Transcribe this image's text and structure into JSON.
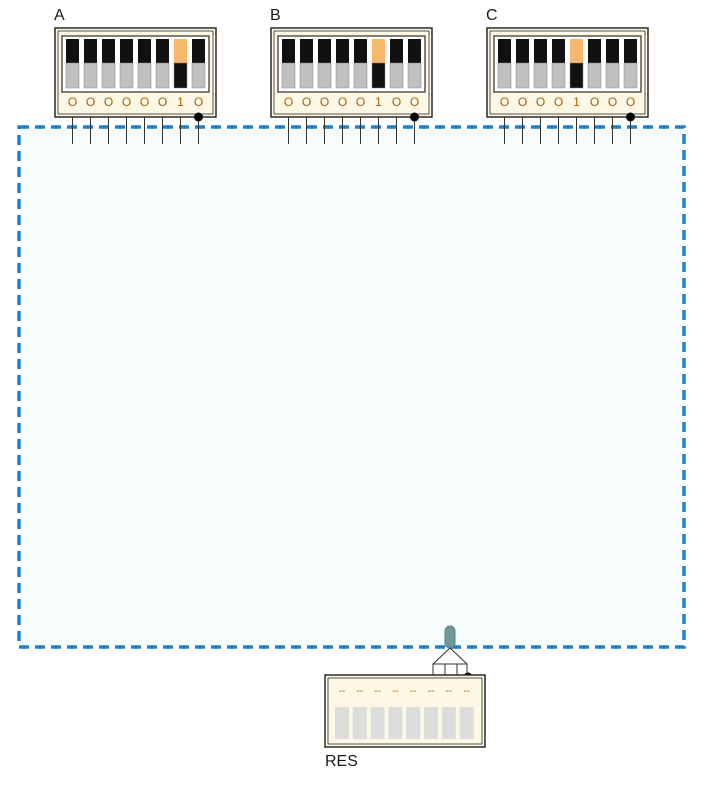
{
  "dip_switches": [
    {
      "label": "A",
      "bits": [
        0,
        0,
        0,
        0,
        0,
        0,
        1,
        0
      ],
      "pins": 8
    },
    {
      "label": "B",
      "bits": [
        0,
        0,
        0,
        0,
        0,
        1,
        0,
        0
      ],
      "pins": 8
    },
    {
      "label": "C",
      "bits": [
        0,
        0,
        0,
        0,
        1,
        0,
        0,
        0
      ],
      "pins": 8
    }
  ],
  "bit_glyphs": {
    "0": "O",
    "1": "1"
  },
  "result_display": {
    "label": "RES",
    "digits": 8,
    "placeholder": "--"
  },
  "colors": {
    "housing_fill": "#fdf8e6",
    "housing_border": "#2b2b2b",
    "switch_off_top": "#111111",
    "switch_off_bottom": "#c0c0c0",
    "switch_on_top": "#f7b86b",
    "switch_on_bottom": "#111111",
    "bit_text": "#b05a00",
    "region_fill": "#f7fcfd",
    "region_border": "#1f7fd0",
    "display_cell": "#dcdcdc",
    "display_dash": "#b05a00",
    "connector": "#6f9a9a",
    "wire": "#333333"
  }
}
